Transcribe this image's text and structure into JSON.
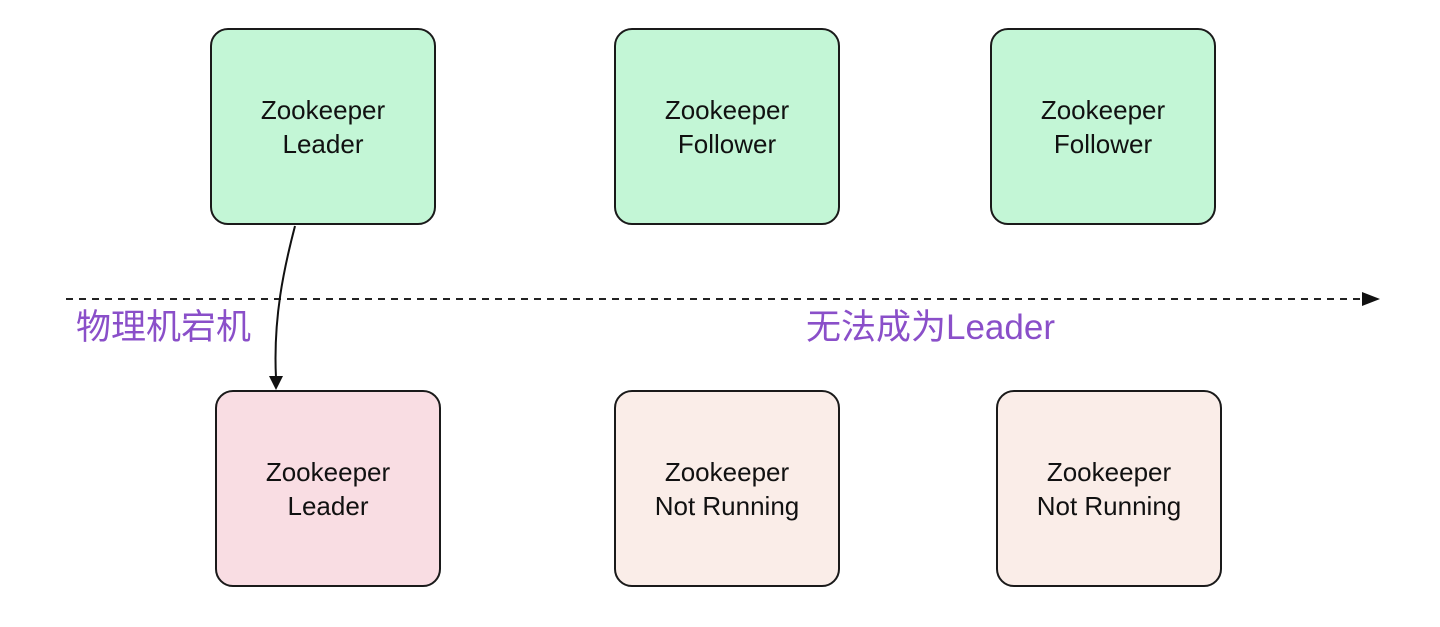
{
  "nodes": {
    "leader_top": {
      "line1": "Zookeeper",
      "line2": "Leader",
      "fill": "#c3f6d6"
    },
    "follower_top_1": {
      "line1": "Zookeeper",
      "line2": "Follower",
      "fill": "#c3f6d6"
    },
    "follower_top_2": {
      "line1": "Zookeeper",
      "line2": "Follower",
      "fill": "#c3f6d6"
    },
    "leader_bottom": {
      "line1": "Zookeeper",
      "line2": "Leader",
      "fill": "#f9dde3"
    },
    "not_running_1": {
      "line1": "Zookeeper",
      "line2": "Not Running",
      "fill": "#faede8"
    },
    "not_running_2": {
      "line1": "Zookeeper",
      "line2": "Not Running",
      "fill": "#faede8"
    }
  },
  "annotations": {
    "left": "物理机宕机",
    "right": "无法成为Leader",
    "color": "#8a4fc9"
  },
  "timeline": {
    "style": "dashed",
    "arrow": "right"
  }
}
